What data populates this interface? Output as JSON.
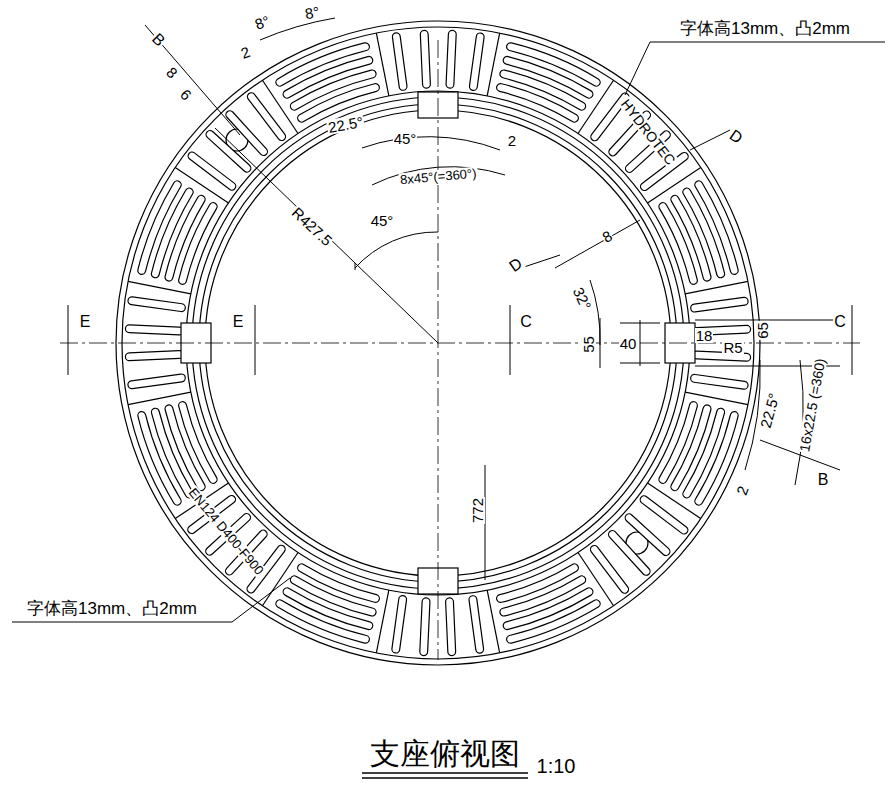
{
  "diagram": {
    "title": "支座俯视图",
    "labels": [
      "字体高13mm、凸2mm",
      "HYDROTEC",
      "8°",
      "8°",
      "2",
      "B",
      "8",
      "6",
      "22.5°",
      "45°",
      "2",
      "8x45°(=360°)",
      "R427.5",
      "45°",
      "D",
      "8",
      "D",
      "32°",
      "E",
      "E",
      "C",
      "C",
      "55",
      "40",
      "18",
      "R5",
      "65",
      "16x22.5 (=360)",
      "22.5°",
      "2",
      "B",
      "772",
      "EN124 D400-F900",
      "字体高13mm、凸2mm",
      "1:10"
    ]
  }
}
